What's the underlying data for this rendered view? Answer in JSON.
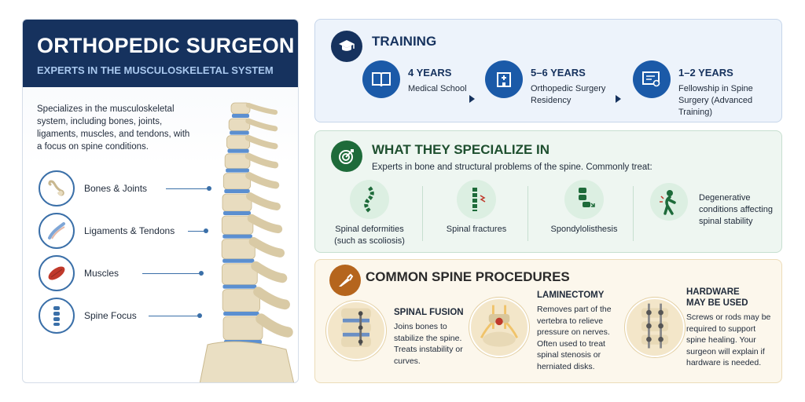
{
  "left": {
    "title": "ORTHOPEDIC SURGEON",
    "subtitle": "EXPERTS IN THE MUSCULOSKELETAL SYSTEM",
    "description": "Specializes in the musculoskeletal system, including bones, joints, ligaments, muscles, and tendons, with a focus on spine conditions.",
    "features": [
      {
        "label": "Bones & Joints",
        "icon": "bone-joint-icon"
      },
      {
        "label": "Ligaments & Tendons",
        "icon": "ligament-icon"
      },
      {
        "label": "Muscles",
        "icon": "muscle-icon"
      },
      {
        "label": "Spine Focus",
        "icon": "spine-icon"
      }
    ]
  },
  "training": {
    "title": "TRAINING",
    "steps": [
      {
        "years": "4 YEARS",
        "desc": "Medical School",
        "icon": "book-icon"
      },
      {
        "years": "5–6 YEARS",
        "desc": "Orthopedic Surgery Residency",
        "icon": "hospital-icon"
      },
      {
        "years": "1–2 YEARS",
        "desc": "Fellowship in Spine Surgery (Advanced Training)",
        "icon": "certificate-icon"
      }
    ]
  },
  "specialize": {
    "title": "WHAT THEY SPECIALIZE IN",
    "intro": "Experts in bone and structural problems of the spine. Commonly treat:",
    "items": [
      {
        "label": "Spinal deformities (such as scoliosis)"
      },
      {
        "label": "Spinal fractures"
      },
      {
        "label": "Spondylolisthesis"
      },
      {
        "label": "Degenerative conditions affecting spinal stability"
      }
    ]
  },
  "procedures": {
    "title": "COMMON SPINE PROCEDURES",
    "items": [
      {
        "title": "SPINAL FUSION",
        "desc": "Joins bones to stabilize the spine. Treats instability or curves."
      },
      {
        "title": "LAMINECTOMY",
        "desc": "Removes part of the vertebra to relieve pressure on nerves. Often used to treat spinal stenosis or herniated disks."
      },
      {
        "title": "HARDWARE MAY BE USED",
        "desc": "Screws or rods may be required to support spine healing. Your surgeon will explain if hardware is needed."
      }
    ]
  },
  "colors": {
    "navy": "#16325e",
    "blue": "#1b5aa8",
    "green": "#1e6b3a",
    "orange": "#b5651d"
  }
}
